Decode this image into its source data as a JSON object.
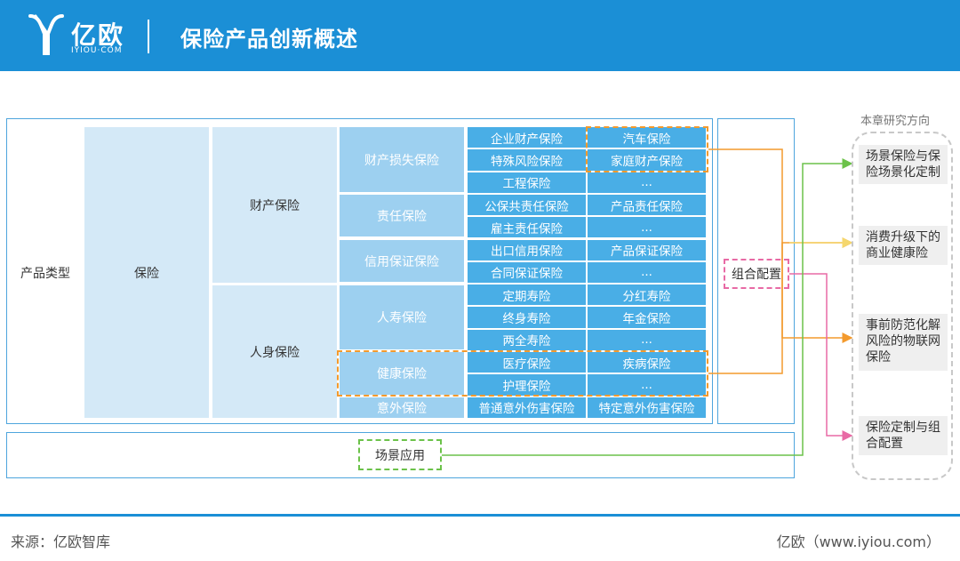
{
  "header": {
    "brand": "亿欧",
    "brand_sub": "IYIOU·COM",
    "title": "保险产品创新概述"
  },
  "diagram": {
    "product_type": "产品类型",
    "insurance": "保险",
    "property": "财产保险",
    "personal": "人身保险",
    "categories": {
      "property_loss": "财产损失保险",
      "liability": "责任保险",
      "credit": "信用保证保险",
      "life": "人寿保险",
      "health": "健康保险",
      "accident": "意外保险"
    },
    "products": [
      [
        "企业财产保险",
        "汽车保险"
      ],
      [
        "特殊风险保险",
        "家庭财产保险"
      ],
      [
        "工程保险",
        "..."
      ],
      [
        "公保共责任保险",
        "产品责任保险"
      ],
      [
        "雇主责任保险",
        "..."
      ],
      [
        "出口信用保险",
        "产品保证保险"
      ],
      [
        "合同保证保险",
        "..."
      ],
      [
        "定期寿险",
        "分红寿险"
      ],
      [
        "终身寿险",
        "年金保险"
      ],
      [
        "两全寿险",
        "..."
      ],
      [
        "医疗保险",
        "疾病保险"
      ],
      [
        "护理保险",
        "..."
      ],
      [
        "普通意外伤害保险",
        "特定意外伤害保险"
      ]
    ],
    "combo": "组合配置",
    "scenario": "场景应用"
  },
  "directions": {
    "title": "本章研究方向",
    "items": [
      "场景保险与保险场景化定制",
      "消费升级下的商业健康险",
      "事前防范化解风险的物联网保险",
      "保险定制与组合配置"
    ]
  },
  "colors": {
    "header": "#1b8fd6",
    "light": "#d4e9f7",
    "mid": "#9dd0f0",
    "dark": "#49aee6",
    "orange": "#f39a2d",
    "pink": "#e86aa5",
    "green": "#6cc24a",
    "yellow": "#f5d76e"
  },
  "footer": {
    "source": "来源：亿欧智库",
    "site": "亿欧（www.iyiou.com）"
  }
}
